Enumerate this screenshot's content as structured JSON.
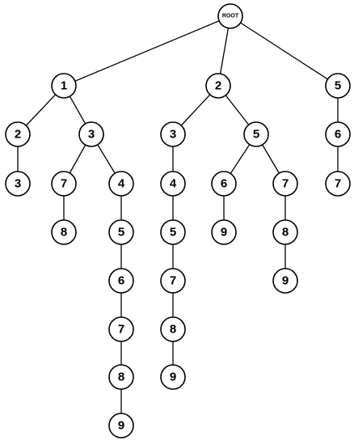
{
  "tree": {
    "nodes": [
      {
        "id": "root",
        "label": "ROOT"
      },
      {
        "id": "n1",
        "label": "1",
        "parent": "root"
      },
      {
        "id": "n2",
        "label": "2",
        "parent": "root"
      },
      {
        "id": "n5",
        "label": "5",
        "parent": "root"
      },
      {
        "id": "n1_2",
        "label": "2",
        "parent": "n1"
      },
      {
        "id": "n1_3",
        "label": "3",
        "parent": "n1"
      },
      {
        "id": "n1_2_3",
        "label": "3",
        "parent": "n1_2"
      },
      {
        "id": "n1_3_7",
        "label": "7",
        "parent": "n1_3"
      },
      {
        "id": "n1_3_4",
        "label": "4",
        "parent": "n1_3"
      },
      {
        "id": "n1_3_7_8",
        "label": "8",
        "parent": "n1_3_7"
      },
      {
        "id": "n1_3_4_5",
        "label": "5",
        "parent": "n1_3_4"
      },
      {
        "id": "n1_3_4_5_6",
        "label": "6",
        "parent": "n1_3_4_5"
      },
      {
        "id": "n1_3_4_5_6_7",
        "label": "7",
        "parent": "n1_3_4_5_6"
      },
      {
        "id": "n1_3_4_5_6_7_8",
        "label": "8",
        "parent": "n1_3_4_5_6_7"
      },
      {
        "id": "n1_3_4_5_6_7_8_9",
        "label": "9",
        "parent": "n1_3_4_5_6_7_8"
      },
      {
        "id": "n2_3",
        "label": "3",
        "parent": "n2"
      },
      {
        "id": "n2_5",
        "label": "5",
        "parent": "n2"
      },
      {
        "id": "n2_3_4",
        "label": "4",
        "parent": "n2_3"
      },
      {
        "id": "n2_3_4_5",
        "label": "5",
        "parent": "n2_3_4"
      },
      {
        "id": "n2_3_4_5_7",
        "label": "7",
        "parent": "n2_3_4_5"
      },
      {
        "id": "n2_3_4_5_7_8",
        "label": "8",
        "parent": "n2_3_4_5_7"
      },
      {
        "id": "n2_3_4_5_7_8_9",
        "label": "9",
        "parent": "n2_3_4_5_7_8"
      },
      {
        "id": "n2_5_6",
        "label": "6",
        "parent": "n2_5"
      },
      {
        "id": "n2_5_7",
        "label": "7",
        "parent": "n2_5"
      },
      {
        "id": "n2_5_6_9",
        "label": "9",
        "parent": "n2_5_6"
      },
      {
        "id": "n2_5_7_8",
        "label": "8",
        "parent": "n2_5_7"
      },
      {
        "id": "n2_5_7_8_9",
        "label": "9",
        "parent": "n2_5_7_8"
      },
      {
        "id": "n5_6",
        "label": "6",
        "parent": "n5"
      },
      {
        "id": "n5_6_7",
        "label": "7",
        "parent": "n5_6"
      }
    ]
  }
}
